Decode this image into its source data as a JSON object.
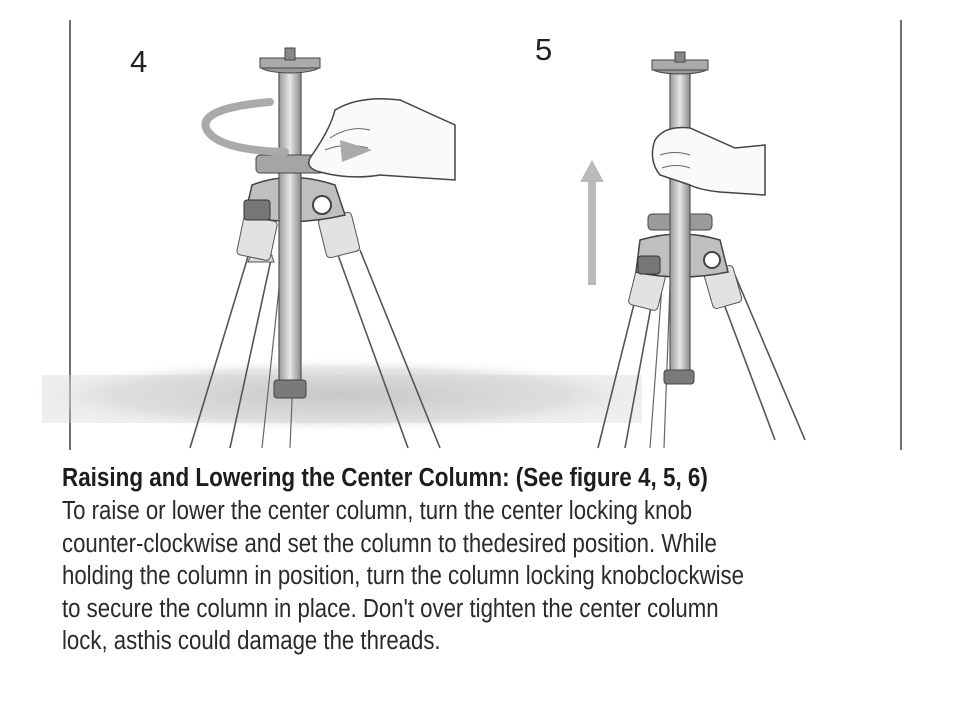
{
  "figures": {
    "fig4_label": "4",
    "fig5_label": "5"
  },
  "section": {
    "heading": "Raising and Lowering the Center Column: (See figure 4, 5, 6)",
    "lines": [
      "To raise or lower the center column, turn the center locking knob",
      "counter-clockwise and set the column to thedesired position. While",
      "holding the column in position, turn the column locking knobclockwise",
      "to secure the column in place. Don't over tighten the center column",
      "lock, asthis could damage the threads."
    ]
  },
  "icons": {
    "fig4_rotation": "rotate-arrow-icon",
    "fig5_direction": "up-arrow-icon"
  },
  "colors": {
    "text": "#2a2a2a",
    "line_art": "#4a4a4a",
    "shadow": "#c9c9c9"
  }
}
